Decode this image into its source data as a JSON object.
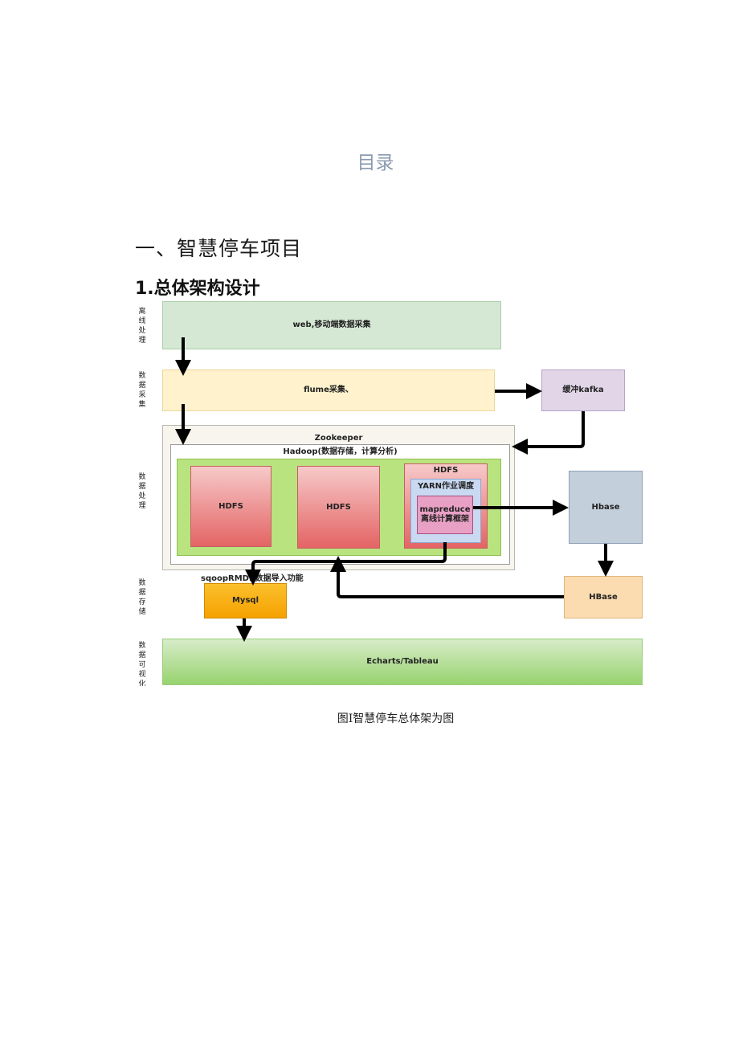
{
  "toc_title": "目录",
  "section_heading": "一、智慧停车项目",
  "subsection_heading": "1.总体架构设计",
  "diagram": {
    "side_labels": [
      "离线处理",
      "数据采集",
      "数据处理",
      "数据存储",
      "数据可视化"
    ],
    "web_collect": "web,移动端数据采集",
    "flume": "flume采集、",
    "kafka": "缓冲kafka",
    "zookeeper": "Zookeeper",
    "hadoop": "Hadoop(数据存储，计算分析)",
    "hdfs_1": "HDFS",
    "hdfs_2": "HDFS",
    "hdfs_3": "HDFS",
    "yarn": "YARN作业调度",
    "mapreduce": "mapreduce",
    "offline_compute": "离线计算框架",
    "hbase_upper": "Hbase",
    "hbase_lower": "HBase",
    "sqoop": "sqoopRMDB数据导入功能",
    "mysql": "Mysql",
    "echarts": "Echarts/Tableau"
  },
  "caption": "图I智慧停车总体架为图"
}
